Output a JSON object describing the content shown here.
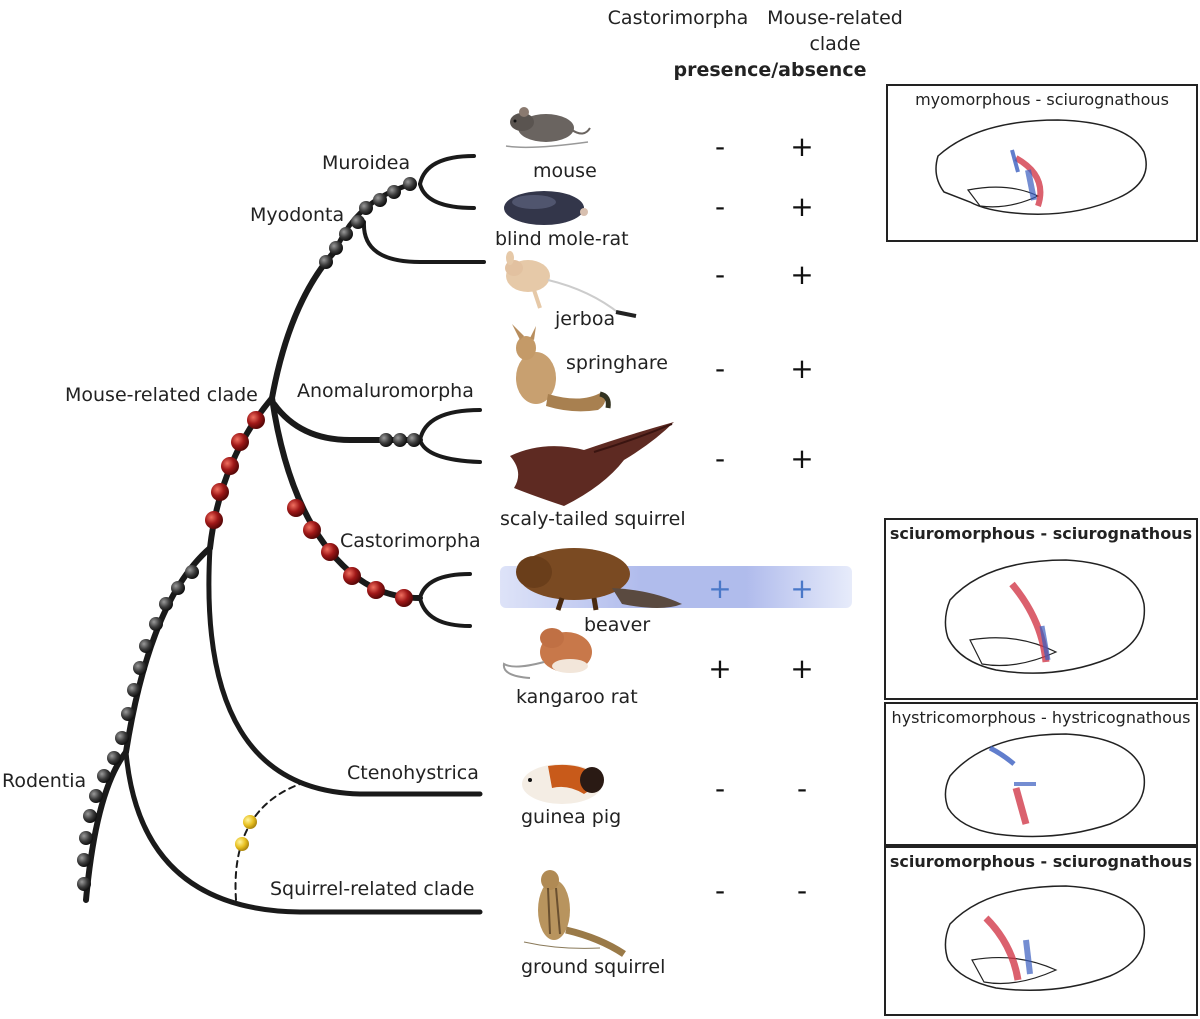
{
  "headers": {
    "col1": "Castorimorpha",
    "col2_line1": "Mouse-related",
    "col2_line2": "clade",
    "sub": "presence/absence"
  },
  "clade_labels": {
    "muroidea": "Muroidea",
    "myodonta": "Myodonta",
    "mouse_related": "Mouse-related clade",
    "anomaluromorpha": "Anomaluromorpha",
    "castorimorpha": "Castorimorpha",
    "rodentia": "Rodentia",
    "ctenohystrica": "Ctenohystrica",
    "squirrel_related": "Squirrel-related clade"
  },
  "taxa": [
    {
      "name": "mouse",
      "col1": "-",
      "col2": "+",
      "icon": "mouse-icon"
    },
    {
      "name": "blind mole-rat",
      "col1": "-",
      "col2": "+",
      "icon": "mole-rat-icon"
    },
    {
      "name": "jerboa",
      "col1": "-",
      "col2": "+",
      "icon": "jerboa-icon"
    },
    {
      "name": "springhare",
      "col1": "-",
      "col2": "+",
      "icon": "springhare-icon"
    },
    {
      "name": "scaly-tailed squirrel",
      "col1": "-",
      "col2": "+",
      "icon": "scaly-tailed-squirrel-icon"
    },
    {
      "name": "beaver",
      "col1": "+",
      "col2": "+",
      "icon": "beaver-icon"
    },
    {
      "name": "kangaroo rat",
      "col1": "+",
      "col2": "+",
      "icon": "kangaroo-rat-icon"
    },
    {
      "name": "guinea pig",
      "col1": "-",
      "col2": "-",
      "icon": "guinea-pig-icon"
    },
    {
      "name": "ground squirrel",
      "col1": "-",
      "col2": "-",
      "icon": "ground-squirrel-icon"
    }
  ],
  "skulls": [
    {
      "caption": "myomorphous - sciurognathous",
      "bold": false
    },
    {
      "caption": "sciuromorphous - sciurognathous",
      "bold": true
    },
    {
      "caption": "hystricomorphous - hystricognathous",
      "bold": false
    },
    {
      "caption": "sciuromorphous - sciurognathous",
      "bold": true
    }
  ],
  "colors": {
    "branch": "#1a1a1a",
    "gray_bead": "#3a3a3a",
    "red_bead": "#a01818",
    "yellow_bead": "#e8c020",
    "highlight": "#9fb0e8",
    "blue_sign": "#4a78c8",
    "muscle_red": "#d23a4a",
    "muscle_blue": "#3a5ec0"
  }
}
